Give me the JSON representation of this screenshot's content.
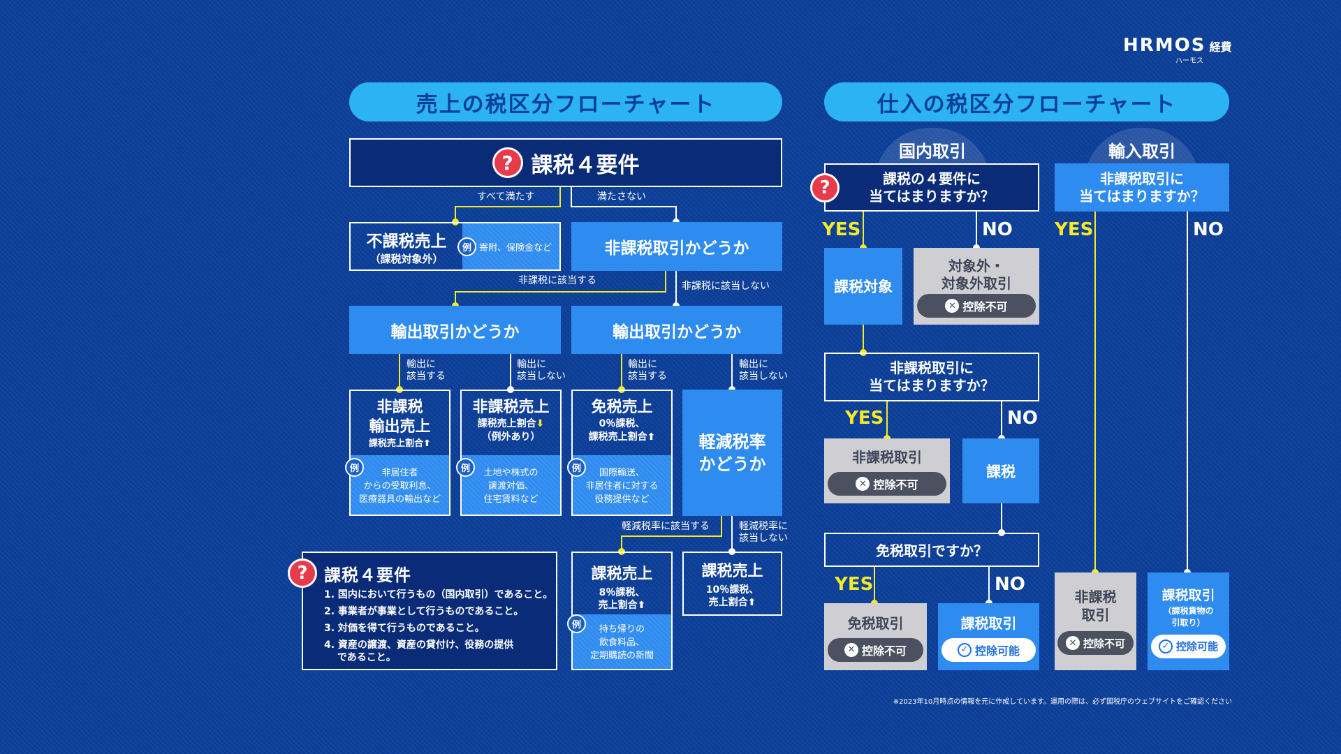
{
  "brand": {
    "logo": "HRMOS",
    "logo_suffix": "経費",
    "logo_kana": "ハーモス"
  },
  "sales": {
    "title": "売上の税区分フローチャート",
    "top": "課税４要件",
    "all_met": "すべて満たす",
    "not_met": "満たさない",
    "fukazei": {
      "title": "不課税売上",
      "sub": "（課税対象外）",
      "ex_label": "例",
      "ex": "寄附、保険金など"
    },
    "hikazei_q": "非課税取引かどうか",
    "hikazei_yes": "非課税に該当する",
    "hikazei_no": "非課税に該当しない",
    "export_q1": "輸出取引かどうか",
    "export_q2": "輸出取引かどうか",
    "exp_yes": "輸出に\n該当する",
    "exp_no": "輸出に\n該当しない",
    "boxes": [
      {
        "title": "非課税\n輸出売上",
        "sub": "課税売上割合",
        "arrow": "⬆",
        "ex_label": "例",
        "ex": "非居住者\nからの受取利息、\n医療器具の輸出など"
      },
      {
        "title": "非課税売上",
        "sub": "課税売上割合",
        "arrow": "⬇",
        "sub2": "（例外あり）",
        "ex_label": "例",
        "ex": "土地や株式の\n譲渡対価、\n住宅賃料など"
      },
      {
        "title": "免税売上",
        "sub": "0％課税、\n課税売上割合",
        "arrow": "⬆",
        "ex_label": "例",
        "ex": "国際輸送、\n非居住者に対する\n役務提供など"
      }
    ],
    "reduced_q": "軽減税率\nかどうか",
    "reduced_yes": "軽減税率に該当する",
    "reduced_no": "軽減税率に\n該当しない",
    "tax8": {
      "title": "課税売上",
      "sub": "8％課税、\n売上割合",
      "arrow": "⬆",
      "ex_label": "例",
      "ex": "持ち帰りの\n飲食料品、\n定期購読の新聞"
    },
    "tax10": {
      "title": "課税売上",
      "sub": "10％課税、\n売上割合",
      "arrow": "⬆"
    },
    "req": {
      "title": "課税４要件",
      "items": [
        "1. 国内において行うもの（国内取引）であること。",
        "2. 事業者が事業として行うものであること。",
        "3. 対価を得て行うものであること。",
        "4. 資産の譲渡、資産の貸付け、役務の提供\n　 であること。"
      ]
    }
  },
  "purchase": {
    "title": "仕入の税区分フローチャート",
    "domestic": "国内取引",
    "import": "輸入取引",
    "q1": "課税の４要件に\n当てはまりますか？",
    "q_import": "非課税取引に\n当てはまりますか？",
    "yes": "YES",
    "no": "NO",
    "kazei_taisho": "課税対象",
    "taishogai": "対象外・\n対象外取引",
    "deduct_no": "控除不可",
    "deduct_ok": "控除可能",
    "q2": "非課税取引に\n当てはまりますか？",
    "hikazei_torihiki": "非課税取引",
    "kazei": "課税",
    "q3": "免税取引ですか？",
    "menzei": "免税取引",
    "kazei_torihiki": "課税取引",
    "imp_hikazei": "非課税\n取引",
    "imp_kazei": "課税取引",
    "imp_kazei_sub": "（課税貨物の\n引取り）"
  },
  "footnote": "※2023年10月時点の情報を元に作成しています。運用の際は、必ず国税庁のウェブサイトをご確認ください",
  "colors": {
    "bg": "#0c3f9a",
    "box": "#2e8bf0",
    "pill": "#2bb3f3",
    "yes_line": "#f4ea2a",
    "gray": "#cfcfd3",
    "q_red": "#e73b4b"
  }
}
